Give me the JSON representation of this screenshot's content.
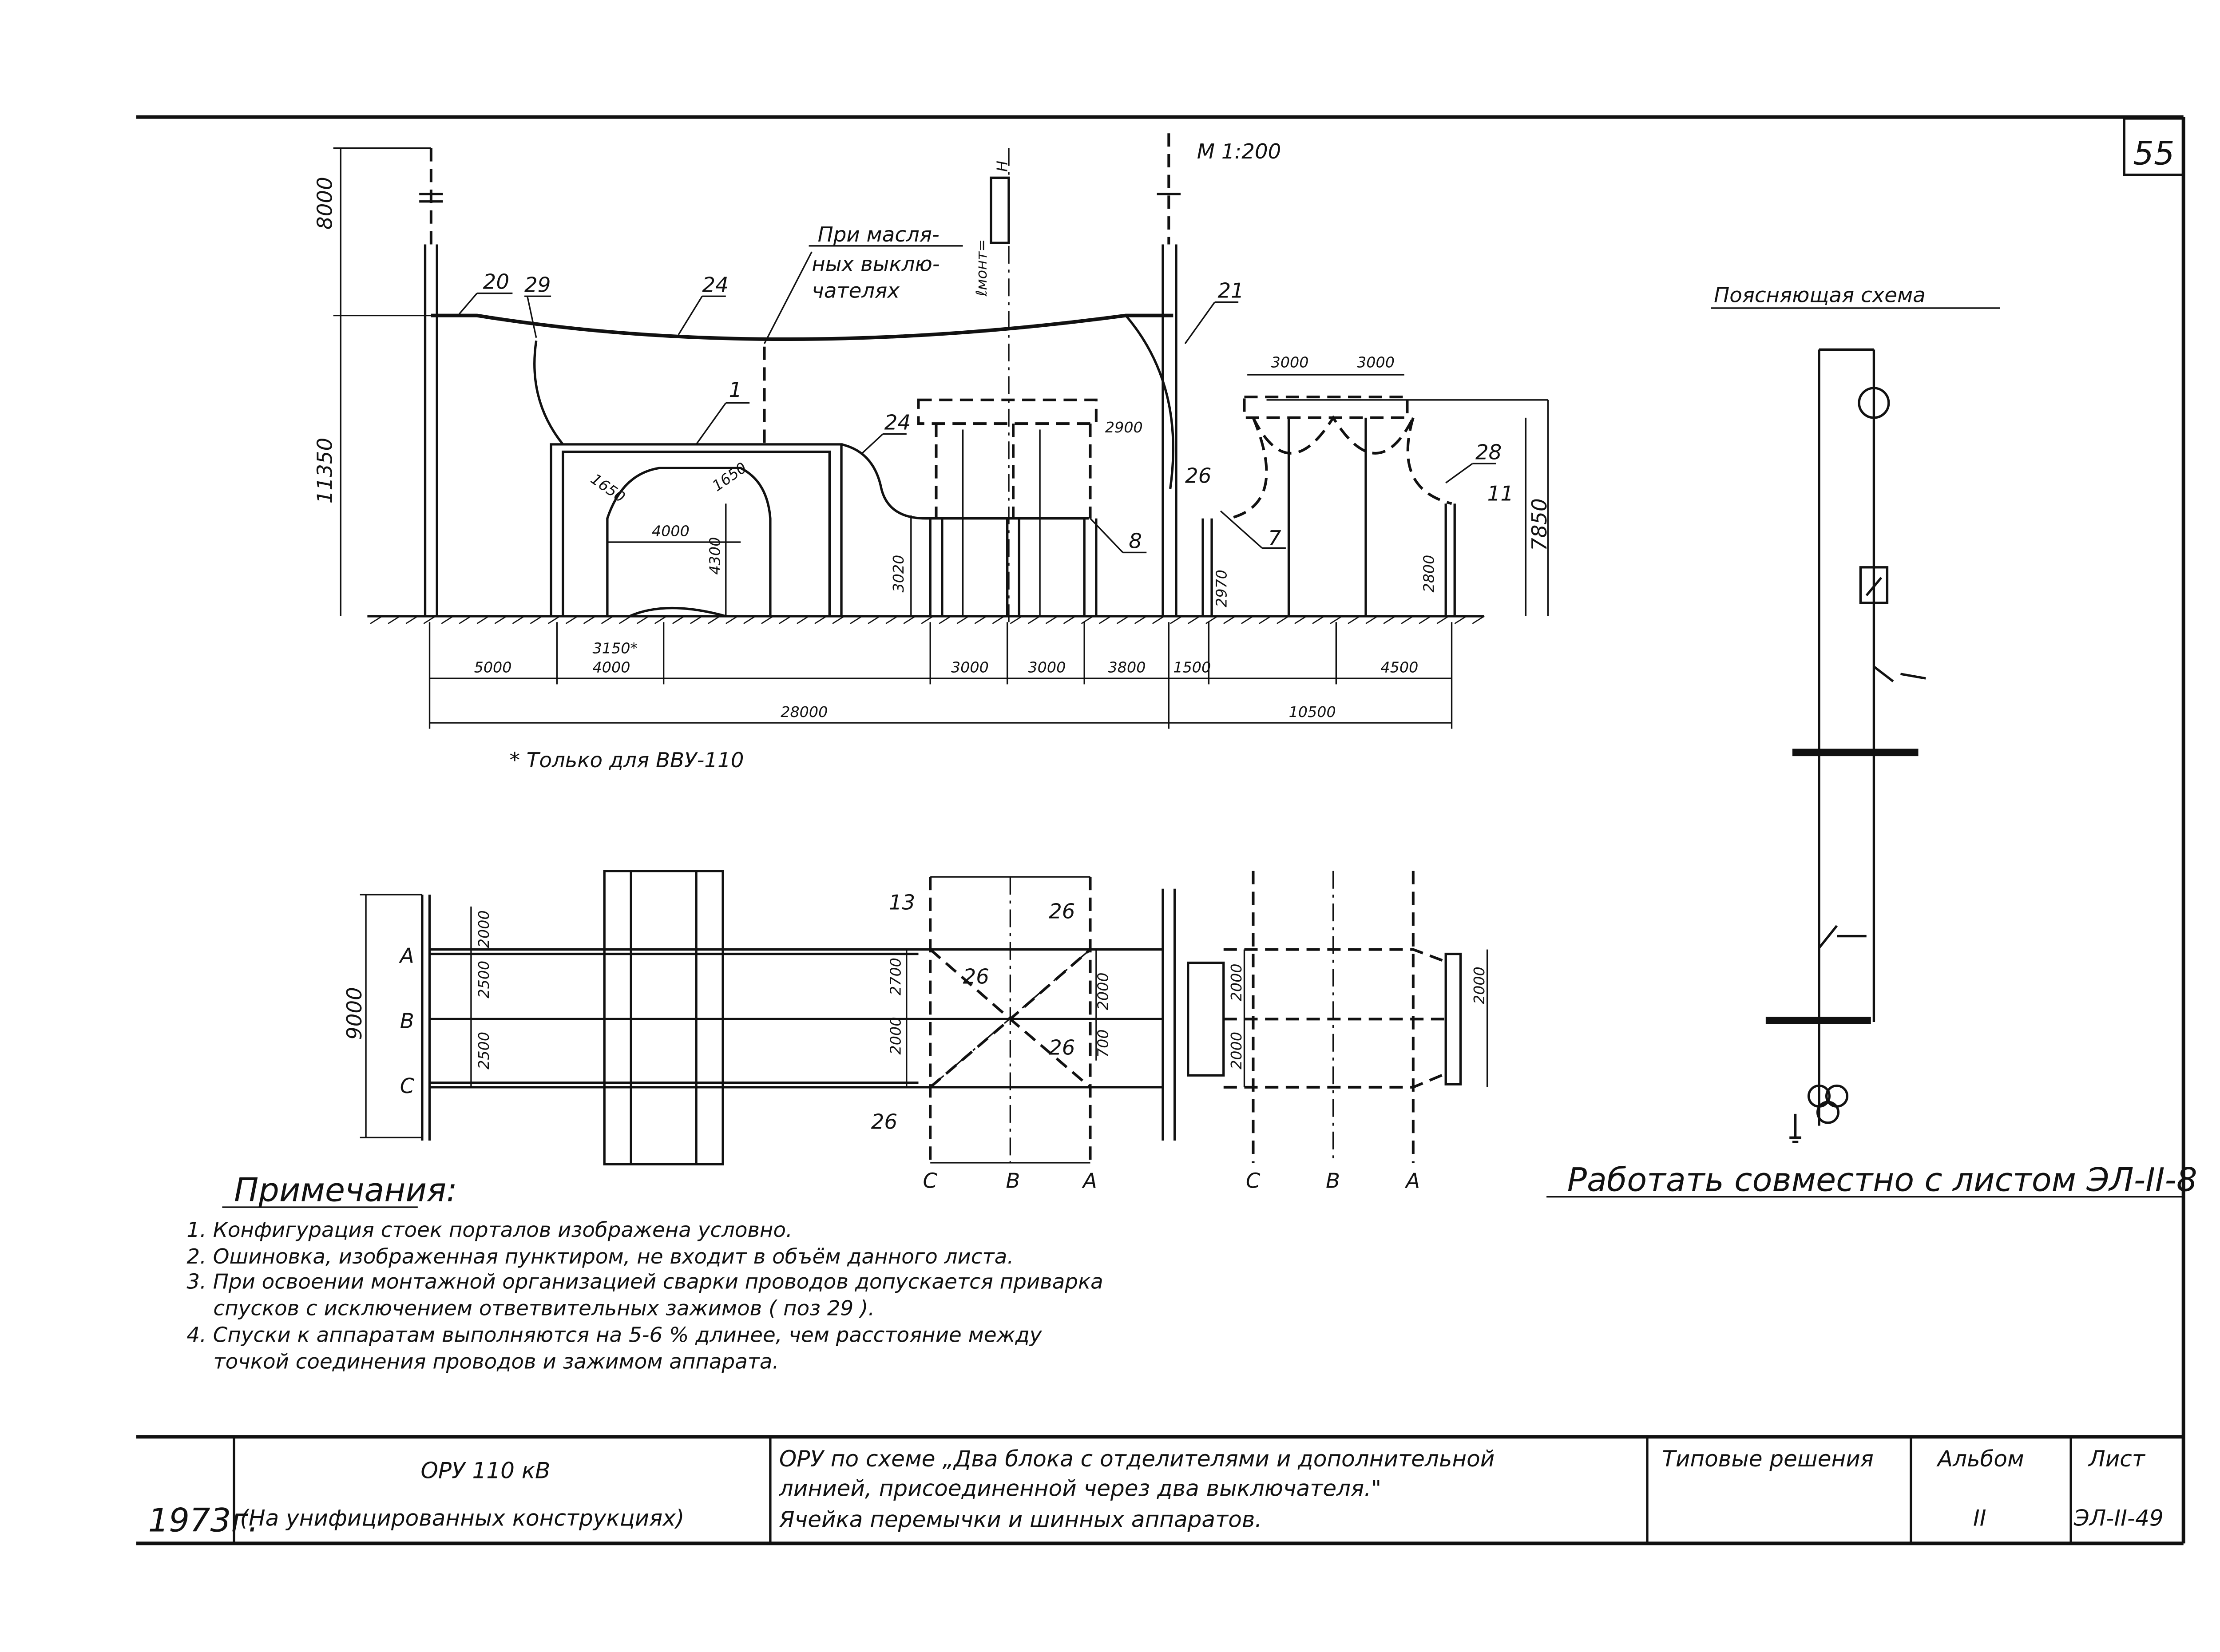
{
  "sheet": {
    "page_number": "55",
    "scale": "M 1:200",
    "explanatory_diagram_title": "Поясняющая схема",
    "work_together": "Работать совместно с листом ЭЛ-II-8"
  },
  "elevation": {
    "dims_vertical": [
      "8000",
      "11350",
      "3020",
      "4300",
      "2970",
      "2800",
      "7850"
    ],
    "dims_horizontal": [
      "5000",
      "3150*",
      "4000",
      "3000",
      "3000",
      "3800",
      "1500",
      "4500",
      "28000",
      "10500"
    ],
    "dims_inner": [
      "1650",
      "1650",
      "4000",
      "2900",
      "3000",
      "3000"
    ],
    "callouts": [
      "20",
      "29",
      "24",
      "21",
      "1",
      "24",
      "8",
      "26",
      "7",
      "28",
      "11"
    ],
    "oil_breakers_note": "При масля- ных выклю- чателях",
    "mount_label": "ℓмонт=",
    "mount_mark": "Н",
    "footnote": "* Только для ВВУ-110"
  },
  "plan": {
    "phases": [
      "A",
      "B",
      "C"
    ],
    "phases_bottom": [
      "C",
      "B",
      "A"
    ],
    "dims": [
      "9000",
      "2000",
      "2500",
      "2500",
      "2700",
      "2000",
      "2000",
      "700",
      "2000",
      "2000",
      "2000"
    ],
    "callouts": [
      "13",
      "26",
      "26",
      "26",
      "26"
    ]
  },
  "notes": {
    "title": "Примечания:",
    "items": [
      "1. Конфигурация стоек порталов изображена условно.",
      "2. Ошиновка, изображенная пунктиром, не входит в объём данного листа.",
      "3. При освоении монтажной организацией сварки проводов допускается приварка",
      "спусков с исключением ответвительных зажимов ( поз 29 ).",
      "4. Спуски к аппаратам выполняются на 5-6 % длинее, чем расстояние между",
      "точкой соединения проводов и зажимом аппарата."
    ]
  },
  "title_block": {
    "year": "1973г.",
    "object_line1": "ОРУ 110 кВ",
    "object_line2": "(На унифицированных конструкциях)",
    "desc_line1": "ОРУ по схеме „Два блока с отделителями и дополнительной",
    "desc_line2": "линией, присоединенной через два выключателя.\"",
    "desc_line3": "Ячейка перемычки и шинных аппаратов.",
    "standard": "Типовые решения",
    "album_label": "Альбом",
    "album_value": "II",
    "sheet_label": "Лист",
    "sheet_value": "ЭЛ-II-49"
  }
}
